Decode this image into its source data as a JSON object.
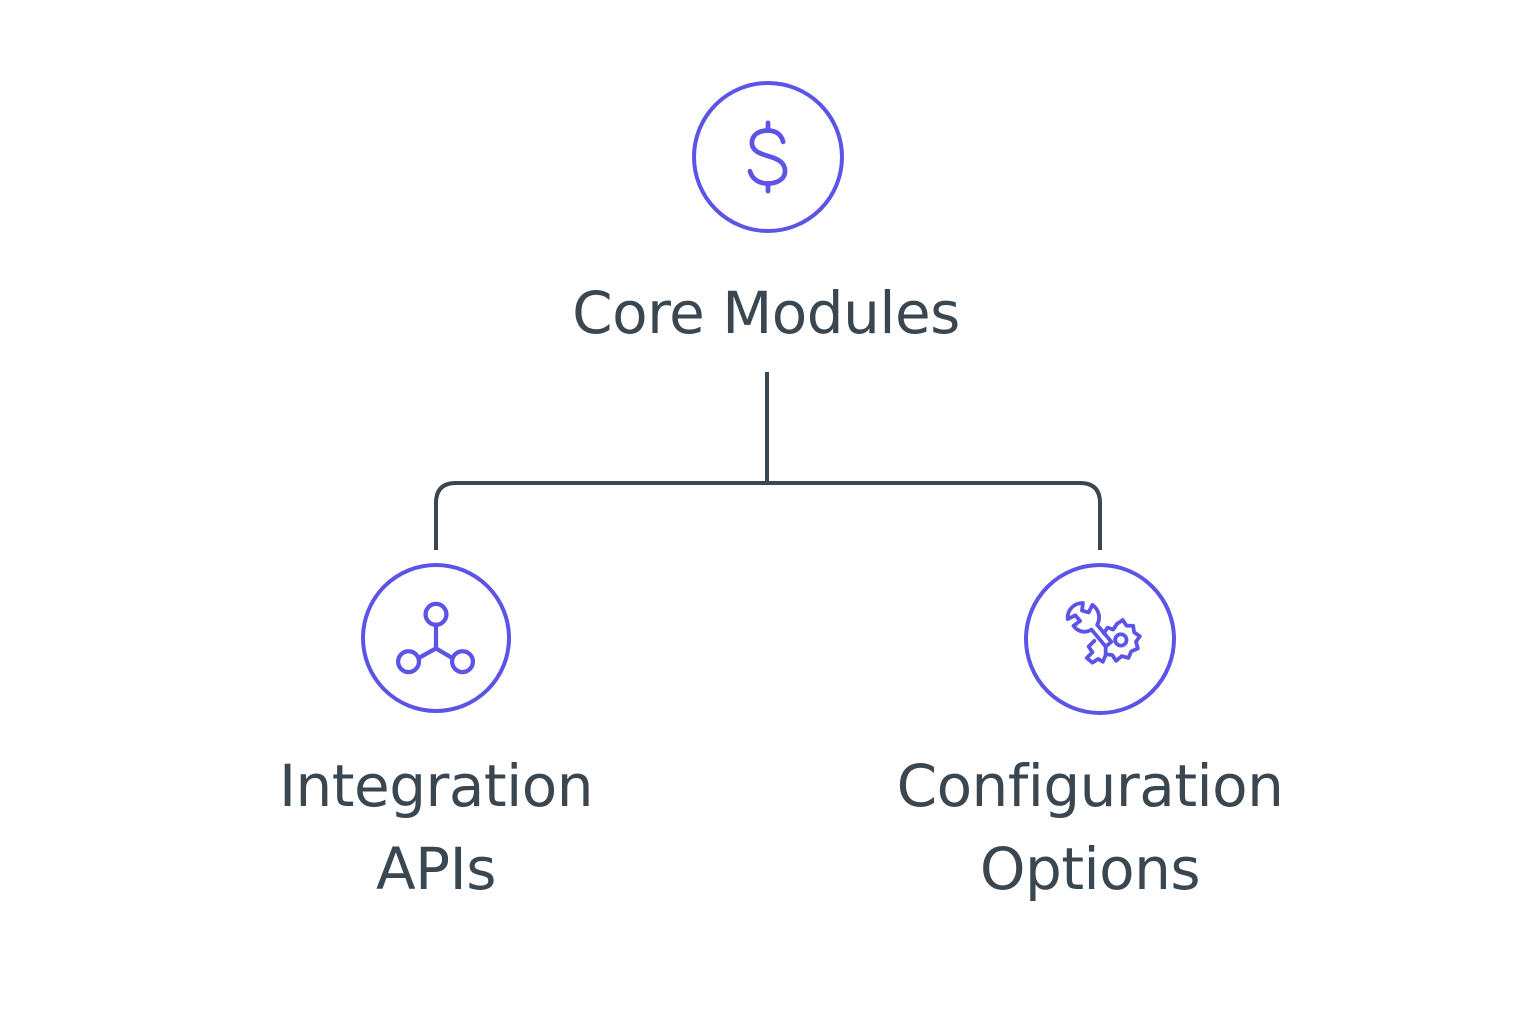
{
  "colors": {
    "accent": "#5b54e6",
    "text": "#3a4650",
    "connector": "#3a4650",
    "background": "#ffffff"
  },
  "diagram": {
    "root": {
      "label": "Core Modules",
      "icon": "dollar-sign-icon"
    },
    "children": [
      {
        "line1": "Integration",
        "line2": "APIs",
        "icon": "network-nodes-icon"
      },
      {
        "line1": "Configuration",
        "line2": "Options",
        "icon": "wrench-gear-icon"
      }
    ]
  }
}
